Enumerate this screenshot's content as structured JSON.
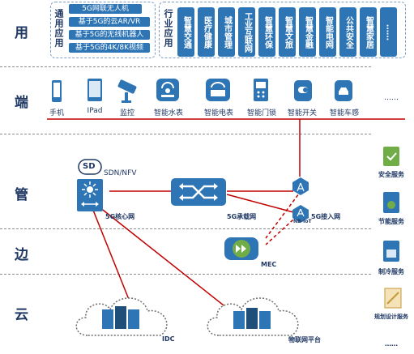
{
  "layers": {
    "yong": "用",
    "duan": "端",
    "guan": "管",
    "bian": "边",
    "yun": "云"
  },
  "apps": {
    "general_label": "通用应用",
    "general_items": [
      "5G网联无人机",
      "基于5G的云AR/VR",
      "基于5G的无线机器人",
      "基于5G的4K/8K视频"
    ],
    "industry_label": "行业应用",
    "industry_items": [
      "智慧交通",
      "医疗健康",
      "城市管理",
      "工业互联网",
      "智慧环保",
      "智慧文旅",
      "智慧金融",
      "智能电网",
      "公共安全",
      "智慧家居",
      "……"
    ]
  },
  "devices": [
    "手机",
    "IPad",
    "监控",
    "智能水表",
    "智能电表",
    "智能门锁",
    "智能开关",
    "智能车感",
    "……"
  ],
  "network": {
    "sdn": "SD",
    "sdn_label": "SDN/NFV",
    "core": "5G核心网",
    "bearer": "5G承载网",
    "access": "5G接入网",
    "nbiot": "NB-IoT",
    "mec": "MEC",
    "idc": "IDC",
    "platform": "物联网平台"
  },
  "services": [
    "安全服务",
    "节能服务",
    "制冷服务",
    "规划设计服务",
    "……"
  ],
  "colors": {
    "accent": "#2e75b6",
    "line": "#c00000",
    "dark": "#1f3864"
  }
}
